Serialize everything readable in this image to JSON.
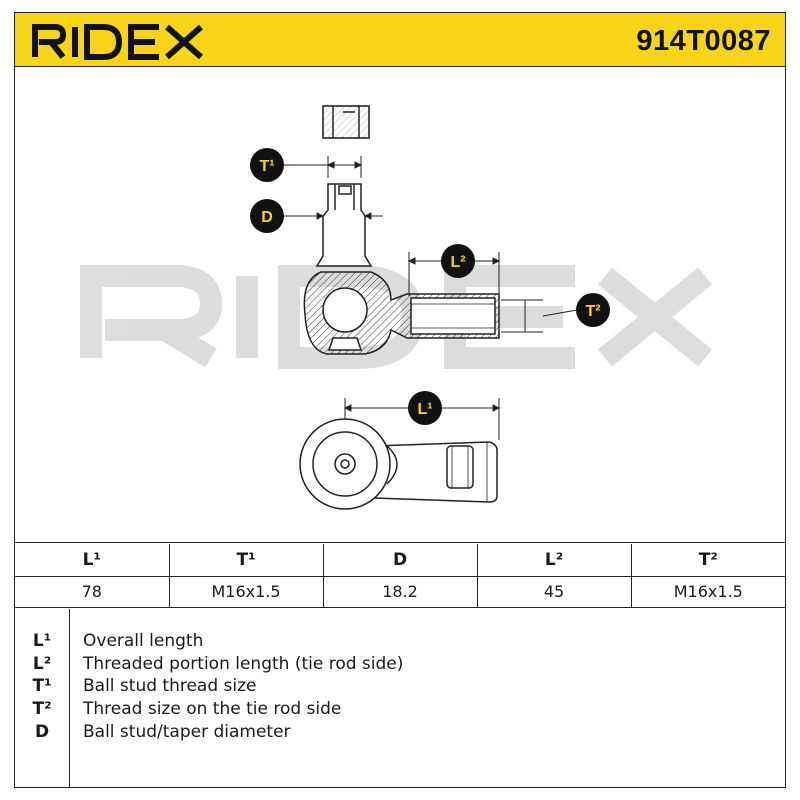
{
  "header": {
    "brand": "RIDEX",
    "part_number": "914T0087",
    "accent_color": "#f7d417"
  },
  "diagram": {
    "watermark": "RIDEX",
    "callouts": {
      "t1": "T¹",
      "d": "D",
      "l2": "L²",
      "t2": "T²",
      "l1": "L¹"
    }
  },
  "specs": {
    "headers": [
      "L¹",
      "T¹",
      "D",
      "L²",
      "T²"
    ],
    "values": [
      "78",
      "M16x1.5",
      "18.2",
      "45",
      "M16x1.5"
    ]
  },
  "legend": [
    {
      "key": "L¹",
      "text": "Overall length"
    },
    {
      "key": "L²",
      "text": "Threaded portion length (tie rod side)"
    },
    {
      "key": "T¹",
      "text": "Ball stud thread size"
    },
    {
      "key": "T²",
      "text": "Thread size on the tie rod side"
    },
    {
      "key": "D",
      "text": "Ball stud/taper diameter"
    }
  ]
}
